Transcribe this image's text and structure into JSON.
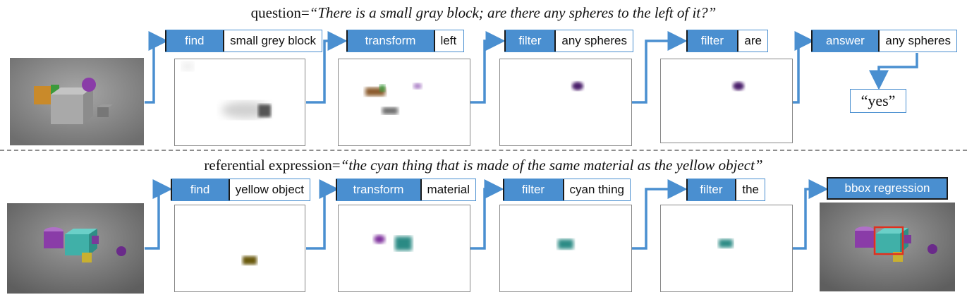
{
  "question_caption": {
    "prefix": "question=",
    "text": "“There is a small gray block; are there any spheres to the left of it?”"
  },
  "refexp_caption": {
    "prefix": "referential expression=",
    "text": "“the cyan thing that is made of the same material as the yellow object”"
  },
  "top_row": {
    "modules": [
      {
        "label": "find",
        "arg": "small grey block"
      },
      {
        "label": "transform",
        "arg": "left"
      },
      {
        "label": "filter",
        "arg": "any spheres"
      },
      {
        "label": "filter",
        "arg": "are"
      },
      {
        "label": "answer",
        "arg": "any spheres"
      }
    ],
    "answer": "“yes”"
  },
  "bottom_row": {
    "modules": [
      {
        "label": "find",
        "arg": "yellow object"
      },
      {
        "label": "transform",
        "arg": "material"
      },
      {
        "label": "filter",
        "arg": "cyan thing"
      },
      {
        "label": "filter",
        "arg": "the"
      }
    ],
    "output_module": "bbox regression"
  },
  "colors": {
    "module_blue": "#4a8fd0",
    "arrow_blue": "#4a8fd0",
    "bbox_red": "#e0301e"
  }
}
